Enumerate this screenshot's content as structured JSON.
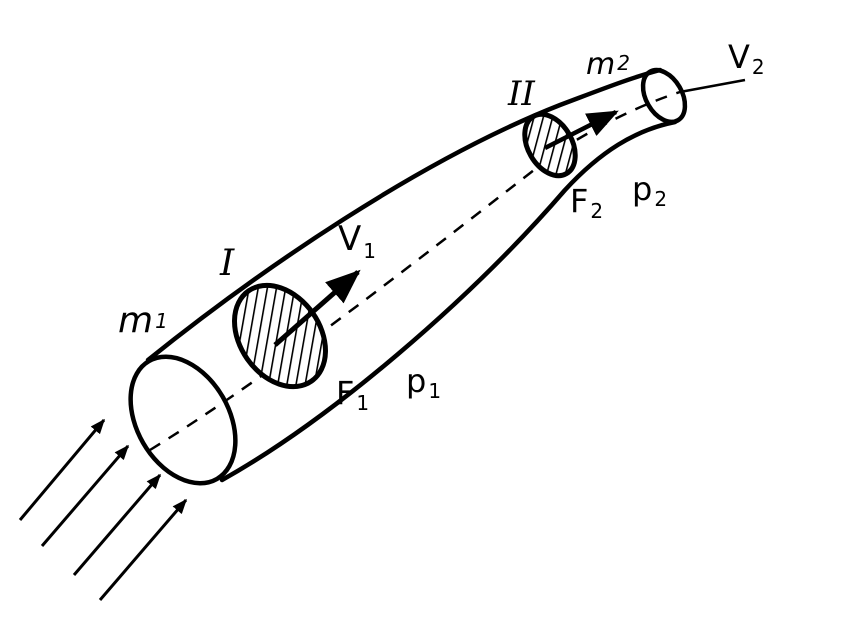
{
  "colors": {
    "ink": "#000000",
    "paper": "#ffffff"
  },
  "labels": {
    "section_1": "I",
    "section_2": "II",
    "mass_1": {
      "main": "m",
      "sub": "1"
    },
    "mass_2": {
      "main": "m",
      "sub": "2"
    },
    "velocity_1": {
      "main": "V",
      "sub": "1"
    },
    "velocity_2": {
      "main": "V",
      "sub": "2"
    },
    "area_1": {
      "main": "F",
      "sub": "1"
    },
    "area_2": {
      "main": "F",
      "sub": "2"
    },
    "pressure_1": {
      "main": "p",
      "sub": "1"
    },
    "pressure_2": {
      "main": "p",
      "sub": "2"
    }
  },
  "icons": {
    "incoming_flow": "arrow-icon"
  }
}
